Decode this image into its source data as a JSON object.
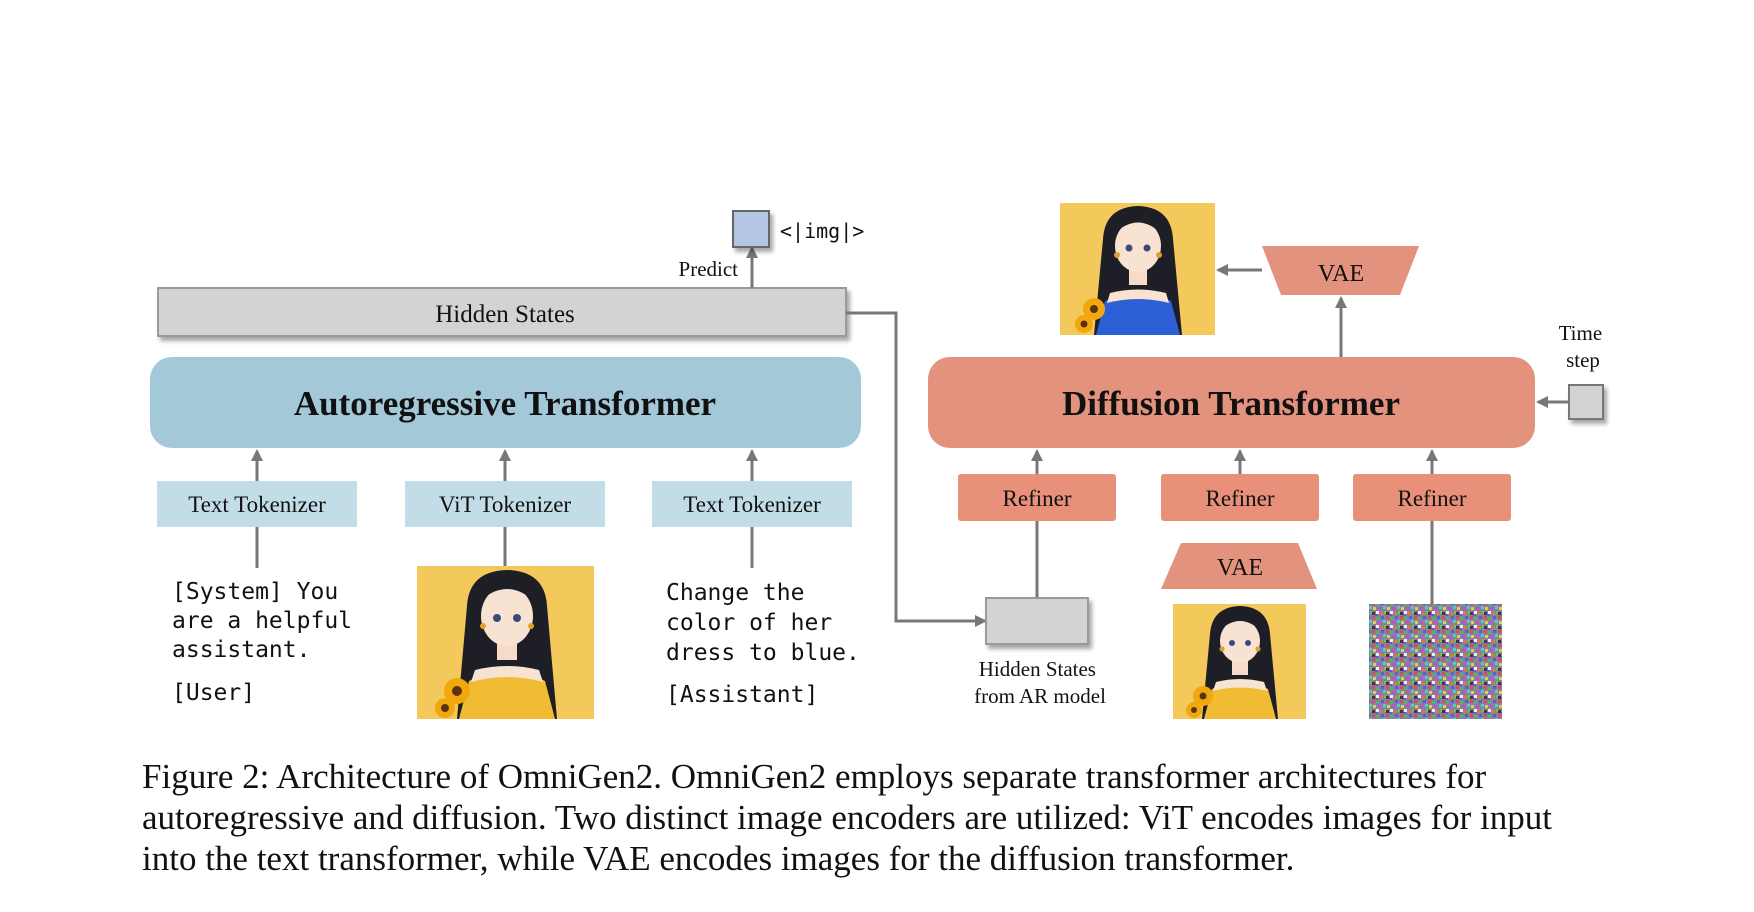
{
  "figure": {
    "caption_lines": [
      "Figure 2: Architecture of OmniGen2. OmniGen2 employs separate transformer architectures for",
      "autoregressive and diffusion. Two distinct image encoders are utilized: ViT encodes images for input",
      "into the text transformer, while VAE encodes images for the diffusion transformer."
    ]
  },
  "ar": {
    "title": "Autoregressive Transformer",
    "hidden_states": "Hidden States",
    "predict": "Predict",
    "img_token": "<|img|>",
    "tokenizers": [
      "Text Tokenizer",
      "ViT Tokenizer",
      "Text Tokenizer"
    ],
    "system_text": [
      "[System] You",
      "are a helpful",
      "assistant."
    ],
    "user_tag": "[User]",
    "instruction_text": [
      "Change the",
      "color of her",
      "dress to blue."
    ],
    "assistant_tag": "[Assistant]"
  },
  "diffusion": {
    "title": "Diffusion Transformer",
    "vae_output": "VAE",
    "vae_input": "VAE",
    "refiners": [
      "Refiner",
      "Refiner",
      "Refiner"
    ],
    "time_step": [
      "Time",
      "step"
    ],
    "hidden_from_ar": [
      "Hidden States",
      "from AR model"
    ]
  },
  "colors": {
    "ar_block": "#a3c9d9",
    "ar_tokenizer": "#c3dde8",
    "diffusion_block": "#e3927d",
    "refiner": "#e89079",
    "hidden_states": "#d3d3d3",
    "img_token_square": "#b4c4e4",
    "arrow": "#777777",
    "portrait_bg": "#f3c95c",
    "dress_yellow": "#f2bb34",
    "dress_blue": "#2d5fd6"
  }
}
